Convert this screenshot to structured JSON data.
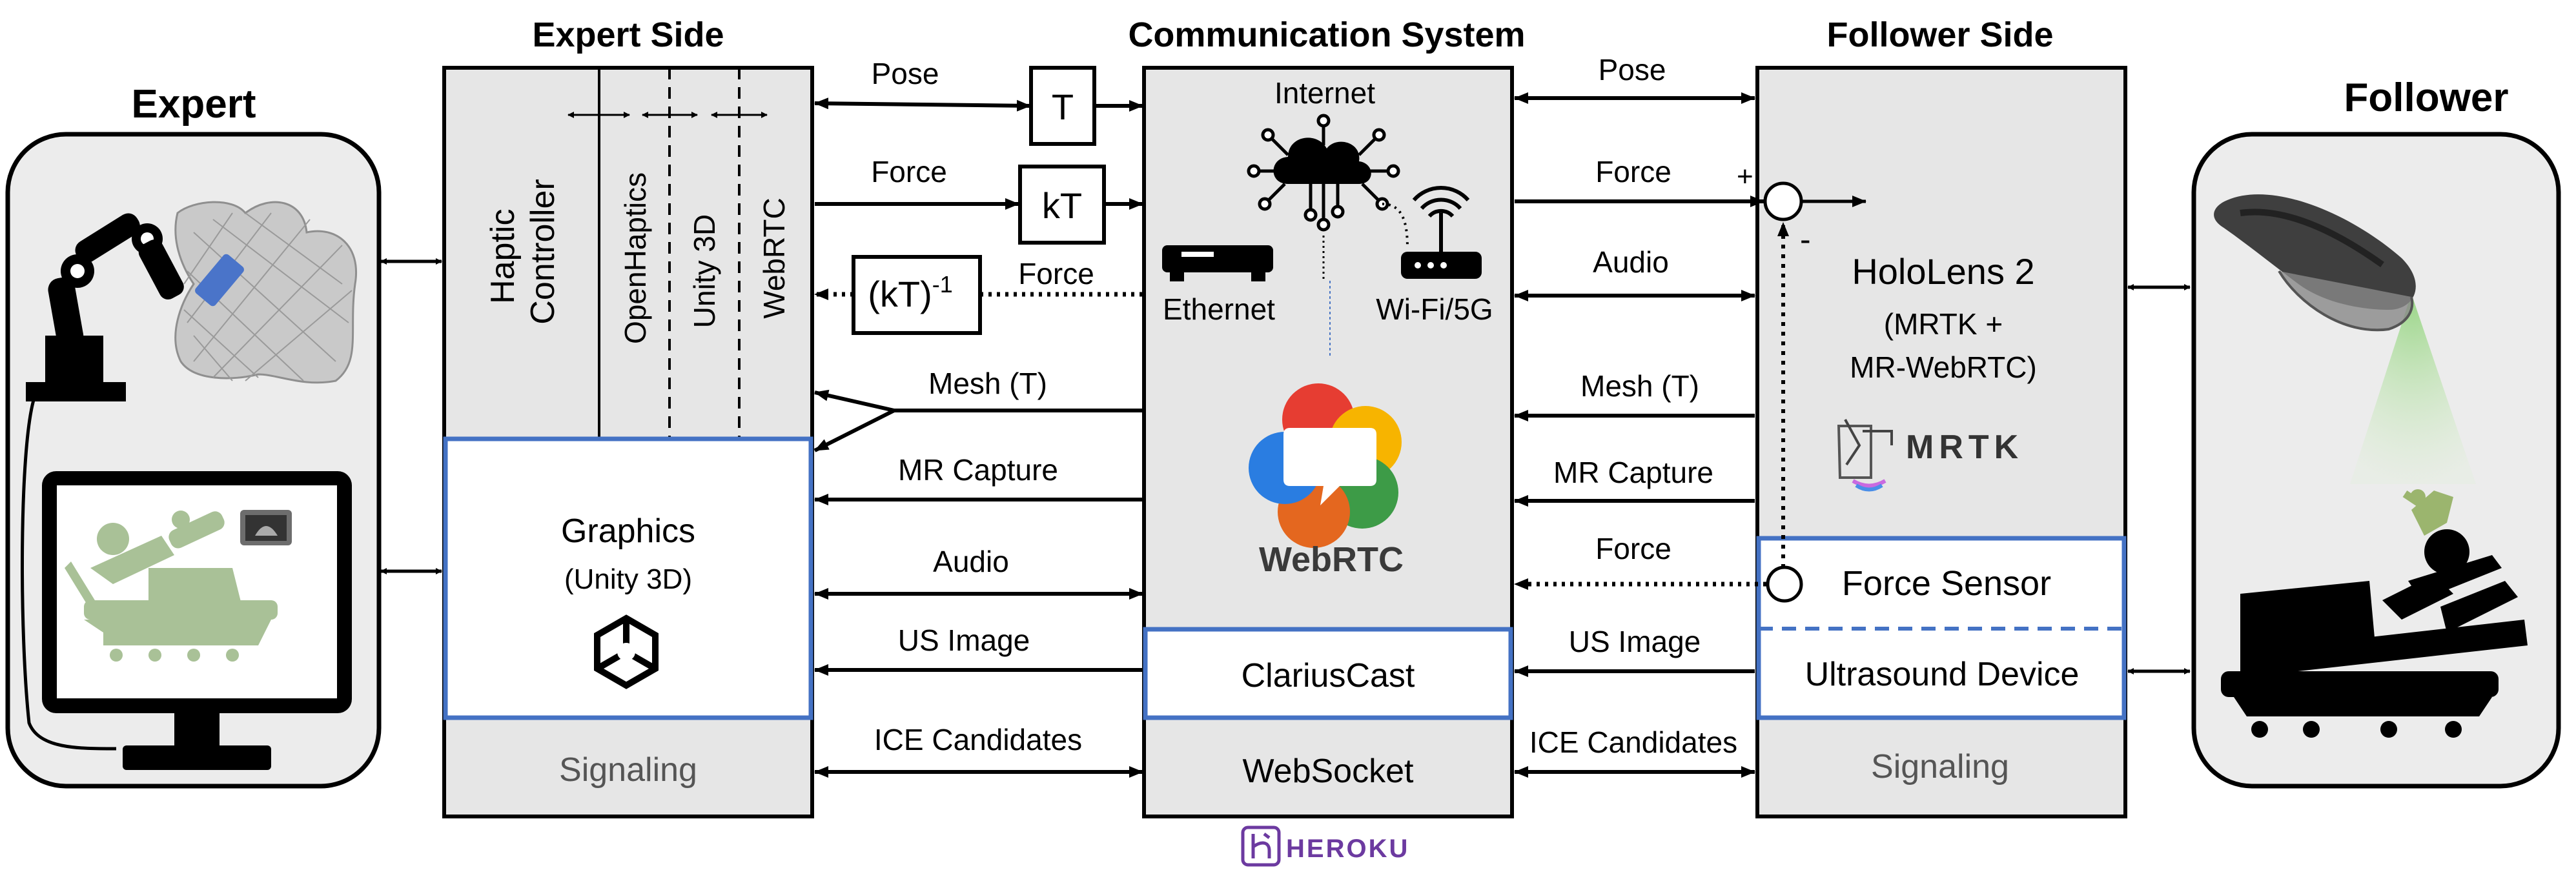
{
  "colors": {
    "box_gray": "#e6e6e6",
    "box_white": "#ffffff",
    "blue_border": "#4472c4",
    "figure_green": "#a9c197",
    "cone_green": "#b7e1a1",
    "heroku_purple": "#6c3aa0"
  },
  "expert_panel": {
    "title": "Expert",
    "icons": [
      "robot-arm-icon",
      "body-mesh-icon",
      "monitor-icon",
      "ultrasound-probe-icon"
    ]
  },
  "follower_panel": {
    "title": "Follower",
    "icons": [
      "hololens-headset-icon",
      "patient-bed-icon",
      "ultrasound-probe-icon"
    ]
  },
  "expert_side": {
    "title": "Expert Side",
    "columns": [
      "Haptic\nController",
      "OpenHaptics",
      "Unity 3D",
      "WebRTC"
    ],
    "graphics": "Graphics",
    "graphics_sub": "(Unity 3D)",
    "signaling": "Signaling"
  },
  "comm_system": {
    "title": "Communication System",
    "internet": "Internet",
    "ethernet": "Ethernet",
    "wifi": "Wi-Fi/5G",
    "webrtc": "WebRTC",
    "clariuscast": "ClariusCast",
    "websocket": "WebSocket",
    "heroku": "HEROKU"
  },
  "follower_side": {
    "title": "Follower Side",
    "hololens": "HoloLens 2",
    "hololens_sub1": "(MRTK +",
    "hololens_sub2": "MR-WebRTC)",
    "mrtk": "MRTK",
    "force_sensor": "Force Sensor",
    "ultrasound": "Ultrasound Device",
    "signaling": "Signaling"
  },
  "blocks": {
    "t": "T",
    "kt": "kT",
    "kt_inv": "(kT)",
    "kt_inv_exp": "-1"
  },
  "left_links": {
    "pose": "Pose",
    "force": "Force",
    "force_back": "Force",
    "mesh": "Mesh (T)",
    "mr_capture": "MR Capture",
    "audio": "Audio",
    "us_image": "US Image",
    "ice": "ICE Candidates"
  },
  "right_links": {
    "pose": "Pose",
    "force": "Force",
    "audio": "Audio",
    "mesh": "Mesh (T)",
    "mr_capture": "MR Capture",
    "force_back": "Force",
    "us_image": "US Image",
    "ice": "ICE Candidates"
  },
  "summing": {
    "plus": "+",
    "minus": "-"
  }
}
